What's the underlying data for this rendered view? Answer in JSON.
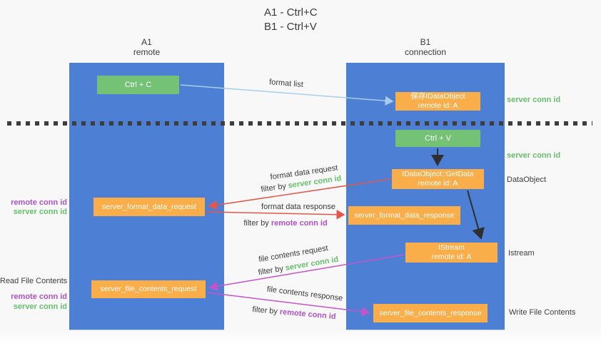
{
  "title": {
    "line1": "A1 - Ctrl+C",
    "line2": "B1 - Ctrl+V"
  },
  "lanes": {
    "left": {
      "header_line1": "A1",
      "header_line2": "remote"
    },
    "right": {
      "header_line1": "B1",
      "header_line2": "connection"
    }
  },
  "nodes": {
    "ctrl_c": "Ctrl + C",
    "ctrl_v": "Ctrl + V",
    "save_idataobject": {
      "line1": "保存IDataObject",
      "line2": "remote id: A"
    },
    "getdata": {
      "line1": "IDataObject::GetData",
      "line2": "remote id: A"
    },
    "istream": {
      "line1": "IStream",
      "line2": "remote id: A"
    },
    "format_request": "server_format_data_request",
    "format_response": "server_format_data_response",
    "file_request": "server_file_contents_request",
    "file_response": "server_file_contents_response"
  },
  "arrow_labels": {
    "format_list": "format list",
    "format_data_request": "format data request",
    "format_data_response": "format data response",
    "file_contents_request": "file contents request",
    "file_contents_response": "file contents response",
    "filter_by": "filter by ",
    "server_conn_id": "server conn id",
    "remote_conn_id": "remote conn id"
  },
  "side_labels": {
    "right_server_conn_id_top": "server conn id",
    "right_server_conn_id_mid": "server conn id",
    "dataobject": "DataObject",
    "istream": "Istream",
    "write_file_contents": "Write File Contents",
    "read_file_contents": "Read File Contents",
    "left_remote_conn_id_1": "remote conn id",
    "left_server_conn_id_1": "server conn id",
    "left_remote_conn_id_2": "remote conn id",
    "left_server_conn_id_2": "server conn id"
  },
  "colors": {
    "lane_blue": "#4d80d4",
    "box_orange": "#f9ae4a",
    "box_green": "#74c276",
    "green_text": "#67bf6b",
    "purple_text": "#ad52c5",
    "red_arrow": "#e4564a",
    "magenta_arrow": "#c654c8",
    "light_blue_arrow": "#a7cdee",
    "black_arrow": "#2f2f2f",
    "dotted_line": "#3d3d3d",
    "background": "#f8f8f8"
  }
}
